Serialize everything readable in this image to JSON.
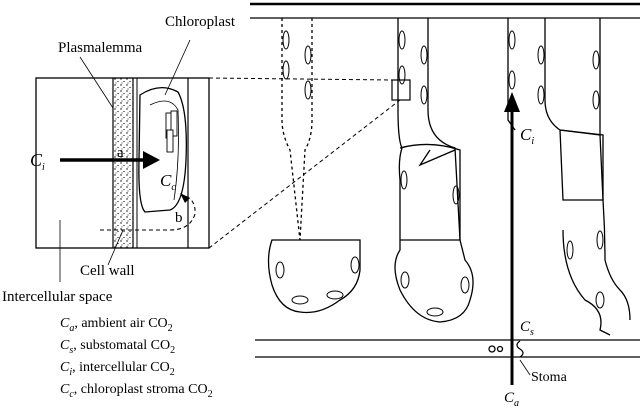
{
  "labels": {
    "chloroplast": "Chloroplast",
    "plasmalemma": "Plasmalemma",
    "cell_wall": "Cell wall",
    "intercellular_space": "Intercellular space",
    "path_a": "a",
    "path_b": "b",
    "stoma": "Stoma"
  },
  "symbols": {
    "ci_main": "C",
    "ci_main_sub": "i",
    "cc_main": "C",
    "cc_main_sub": "c",
    "ci_right": "C",
    "ci_right_sub": "i",
    "cs_right": "C",
    "cs_right_sub": "s",
    "ca_bottom": "C",
    "ca_bottom_sub": "a"
  },
  "legend": [
    {
      "sym": "C",
      "sub": "a",
      "text": ", ambient air CO",
      "tail": "2"
    },
    {
      "sym": "C",
      "sub": "s",
      "text": ", substomatal CO",
      "tail": "2"
    },
    {
      "sym": "C",
      "sub": "i",
      "text": ", intercellular CO",
      "tail": "2"
    },
    {
      "sym": "C",
      "sub": "c",
      "text": ", chloroplast stroma CO",
      "tail": "2"
    }
  ]
}
